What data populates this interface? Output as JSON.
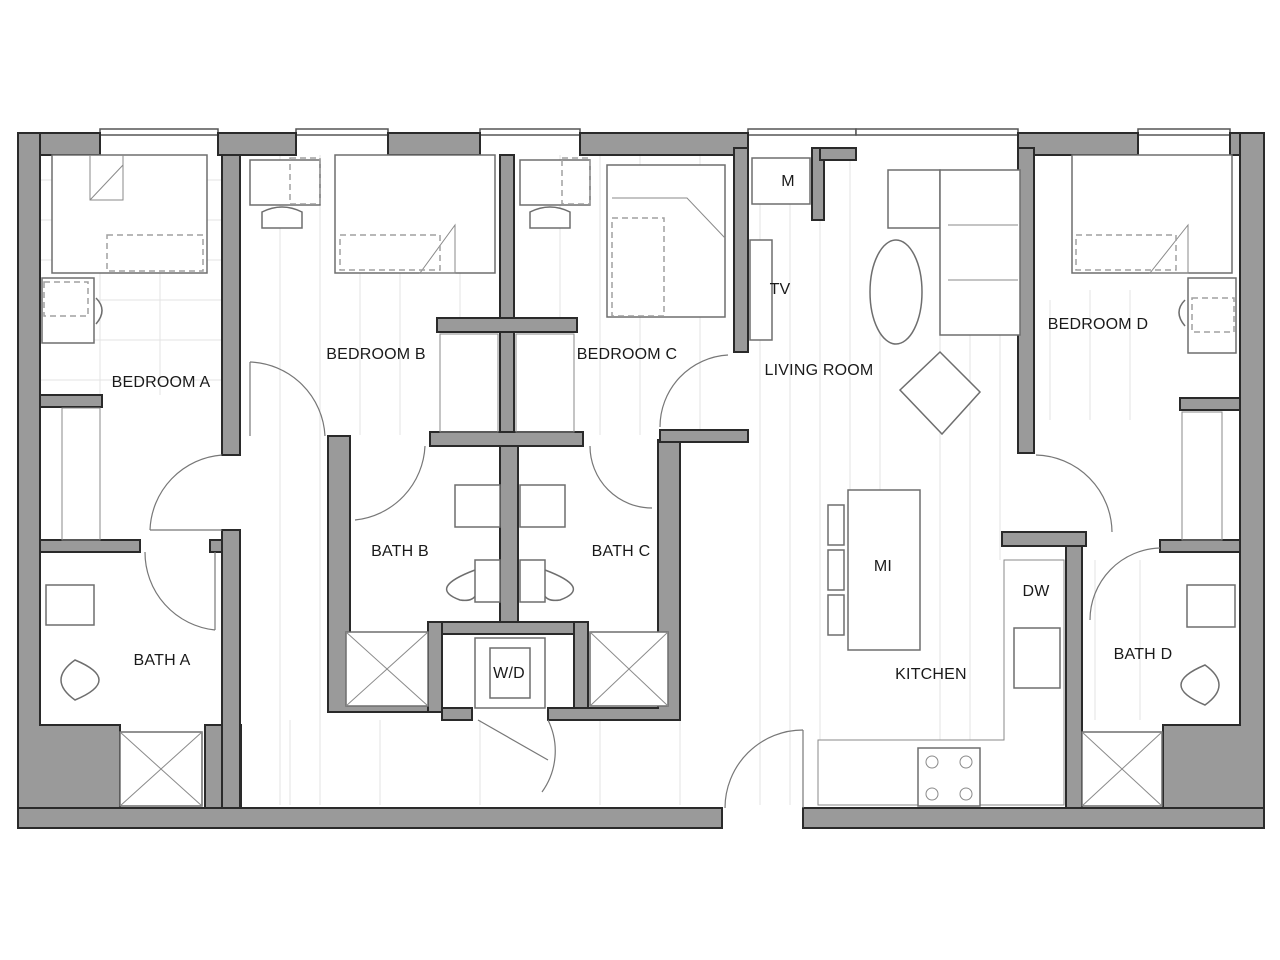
{
  "rooms": {
    "bedroom_a": "BEDROOM A",
    "bedroom_b": "BEDROOM B",
    "bedroom_c": "BEDROOM C",
    "bedroom_d": "BEDROOM D",
    "bath_a": "BATH A",
    "bath_b": "BATH B",
    "bath_c": "BATH C",
    "bath_d": "BATH D",
    "living_room": "LIVING ROOM",
    "kitchen": "KITCHEN"
  },
  "fixtures": {
    "tv": "TV",
    "microwave": "M",
    "washer_dryer": "W/D",
    "island": "MI",
    "dishwasher": "DW"
  },
  "colors": {
    "wall_fill": "#9a9a9a",
    "wall_outline": "#2a2a2a",
    "floor_lines": "#e3e3e3"
  }
}
